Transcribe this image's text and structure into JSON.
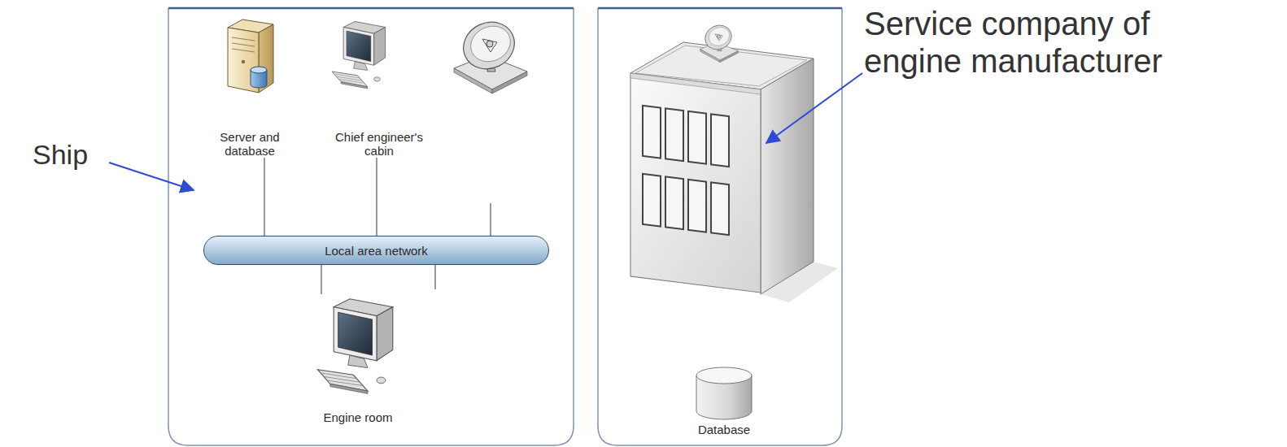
{
  "diagram": {
    "nodes": [
      {
        "text": [
          "Server and database"
        ]
      },
      {
        "text": [
          "Chief engineer's cabin"
        ]
      },
      {
        "text": [
          "Local area network"
        ]
      },
      {
        "text": [
          "Engine room"
        ]
      },
      {
        "text": [
          "Database"
        ]
      }
    ],
    "edges": [
      {
        "from": 0,
        "to": 2,
        "arrow": "none"
      },
      {
        "from": 1,
        "to": 2,
        "arrow": "none"
      },
      {
        "from": 3,
        "to": 2,
        "arrow": "none"
      }
    ],
    "labels": [
      "Ship",
      "Service company of engine manufacturer"
    ]
  }
}
